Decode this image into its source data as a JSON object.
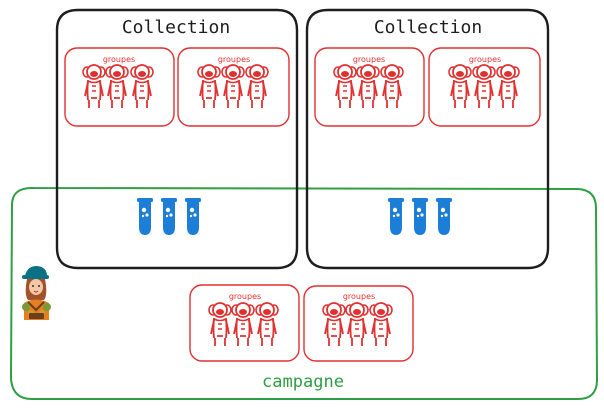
{
  "collections": [
    {
      "title": "Collection",
      "groups": [
        "groupes",
        "groupes"
      ],
      "tube_count": 3
    },
    {
      "title": "Collection",
      "groups": [
        "groupes",
        "groupes"
      ],
      "tube_count": 3
    }
  ],
  "campaign": {
    "label": "campagne",
    "groups": [
      "groupes",
      "groupes"
    ]
  },
  "colors": {
    "collection_border": "#1e1e1e",
    "campaign_border": "#2f9e44",
    "group_border": "#e03131",
    "monkey": "#e03131",
    "tube": "#1c7ed6",
    "background": "#ffffff"
  },
  "icons": [
    "monkey-icon",
    "test-tube-icon",
    "scientist-icon"
  ]
}
